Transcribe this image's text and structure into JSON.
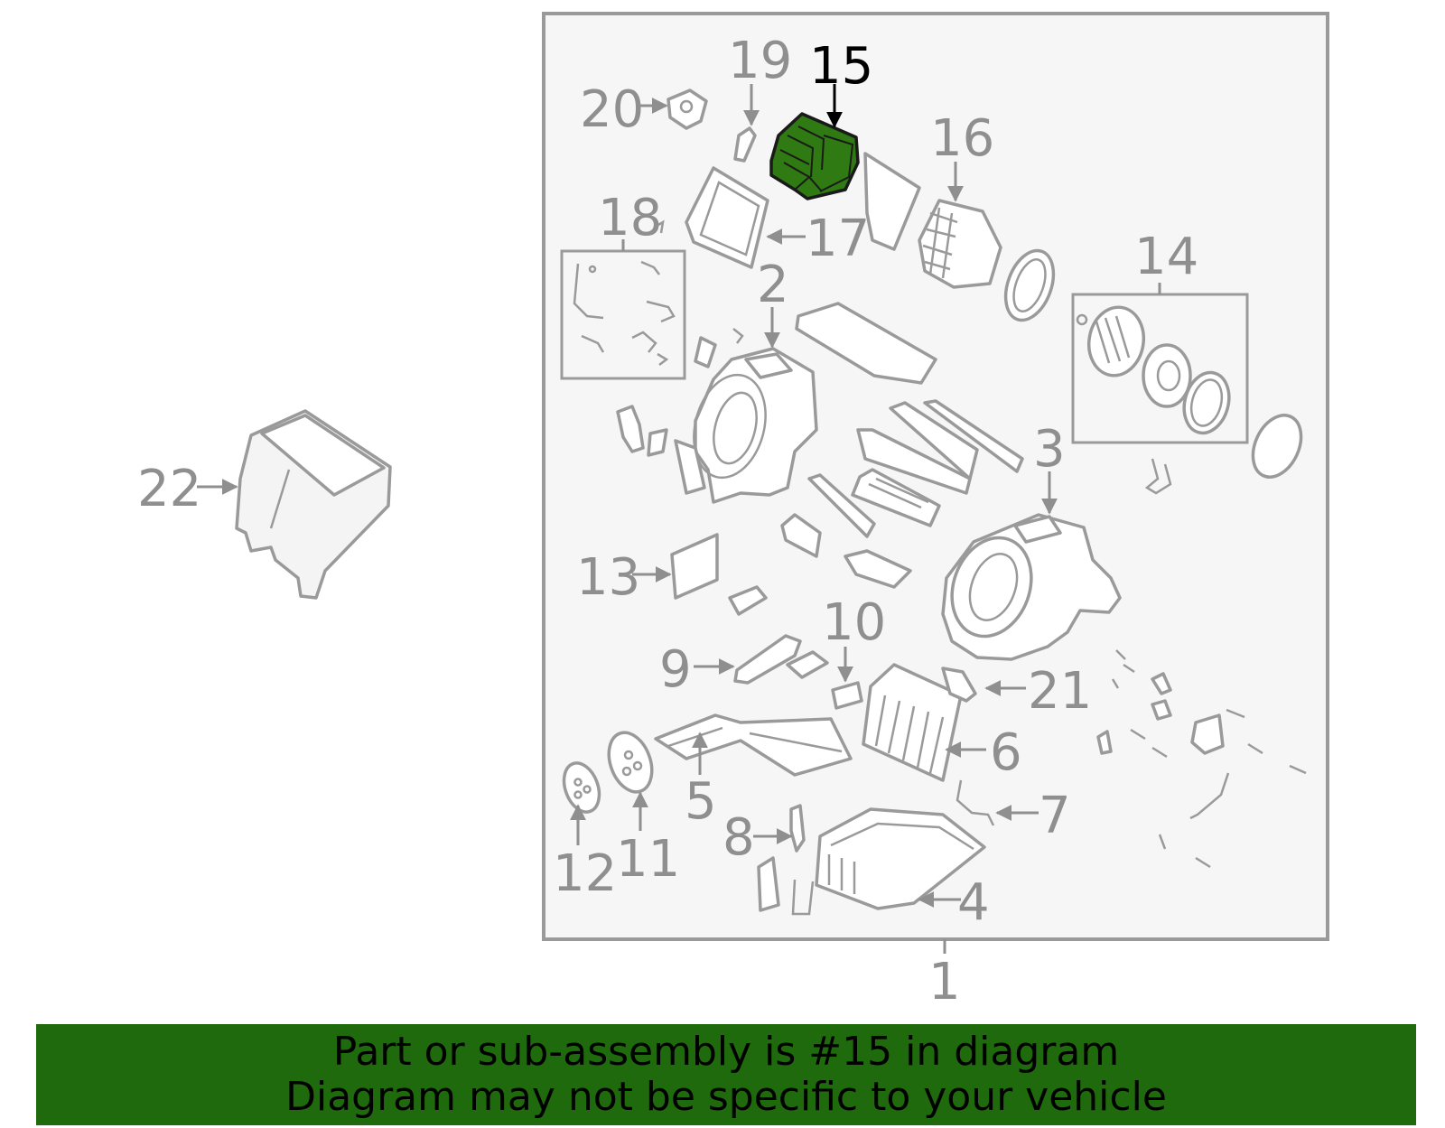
{
  "diagram": {
    "highlighted_part": "15",
    "highlight_color": "#2f7a12",
    "callouts": [
      "1",
      "2",
      "3",
      "4",
      "5",
      "6",
      "7",
      "8",
      "9",
      "10",
      "11",
      "12",
      "13",
      "14",
      "15",
      "16",
      "17",
      "18",
      "19",
      "20",
      "21",
      "22"
    ]
  },
  "banner": {
    "line1": "Part or sub-assembly is #15 in diagram",
    "line2": "Diagram may not be specific to your vehicle",
    "color": "#1f6a0c"
  }
}
